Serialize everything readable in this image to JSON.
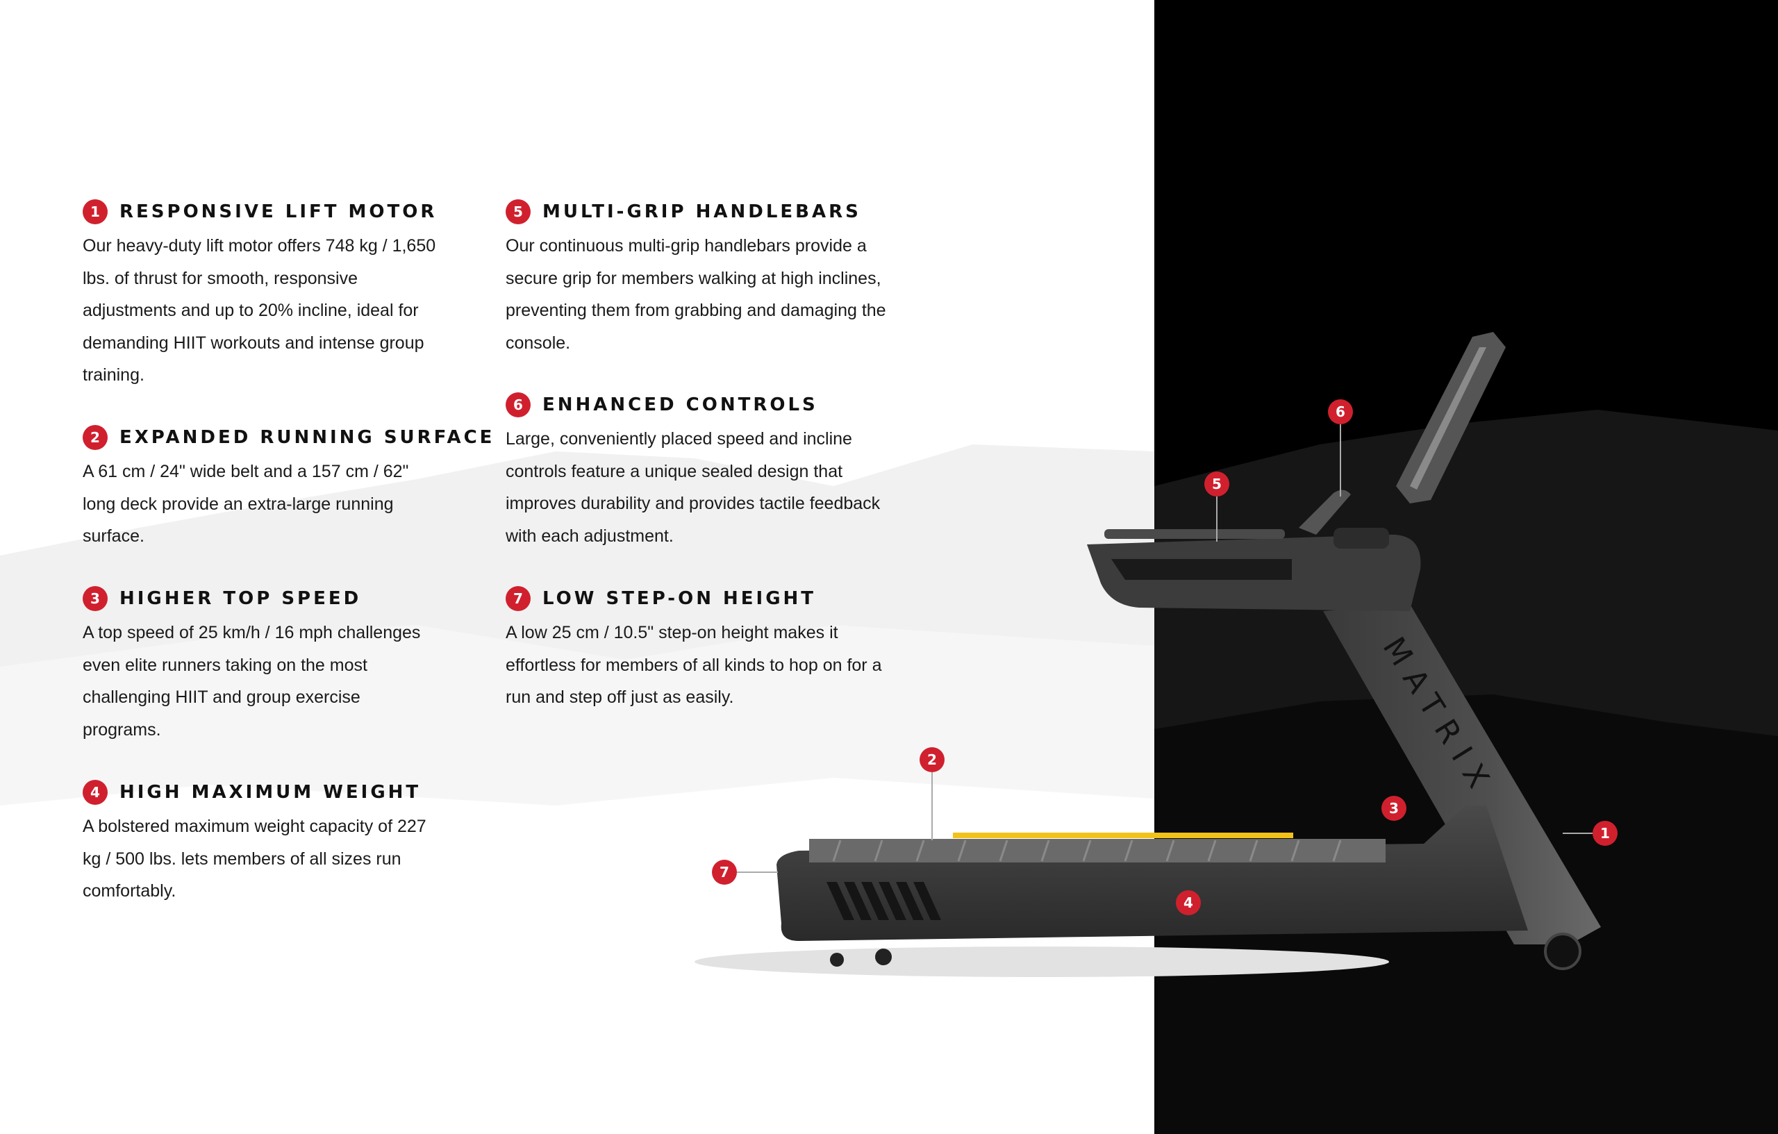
{
  "features": [
    {
      "number": "1",
      "title": "RESPONSIVE LIFT MOTOR",
      "body": "Our heavy-duty lift motor offers 748 kg / 1,650 lbs. of thrust for smooth, responsive adjustments and up to 20% incline, ideal for demanding HIIT workouts and intense group training."
    },
    {
      "number": "2",
      "title": "EXPANDED RUNNING SURFACE",
      "body": "A 61 cm / 24\" wide belt and a 157 cm / 62\" long deck provide an extra-large running surface."
    },
    {
      "number": "3",
      "title": "HIGHER TOP SPEED",
      "body": "A top speed of 25 km/h / 16 mph challenges even elite runners taking on the most challenging HIIT and group exercise programs."
    },
    {
      "number": "4",
      "title": "HIGH MAXIMUM WEIGHT",
      "body": "A bolstered maximum weight capacity of 227 kg / 500 lbs. lets members of all sizes run comfortably."
    },
    {
      "number": "5",
      "title": "MULTI-GRIP HANDLEBARS",
      "body": "Our continuous multi-grip handlebars provide a secure grip for members walking at high inclines, preventing them from grabbing and damaging the console."
    },
    {
      "number": "6",
      "title": "ENHANCED CONTROLS",
      "body": "Large, conveniently placed speed and incline controls feature a unique sealed design that improves durability and provides tactile feedback with each adjustment."
    },
    {
      "number": "7",
      "title": "LOW STEP-ON HEIGHT",
      "body": "A low 25 cm / 10.5\" step-on height makes it effortless for members of all kinds to hop on for a run and step off just as easily."
    }
  ],
  "product": {
    "logo": "MATRIX"
  },
  "colors": {
    "accent": "#d0202e",
    "belt_stripe": "#f2c21b",
    "dark_panel": "#000000"
  }
}
